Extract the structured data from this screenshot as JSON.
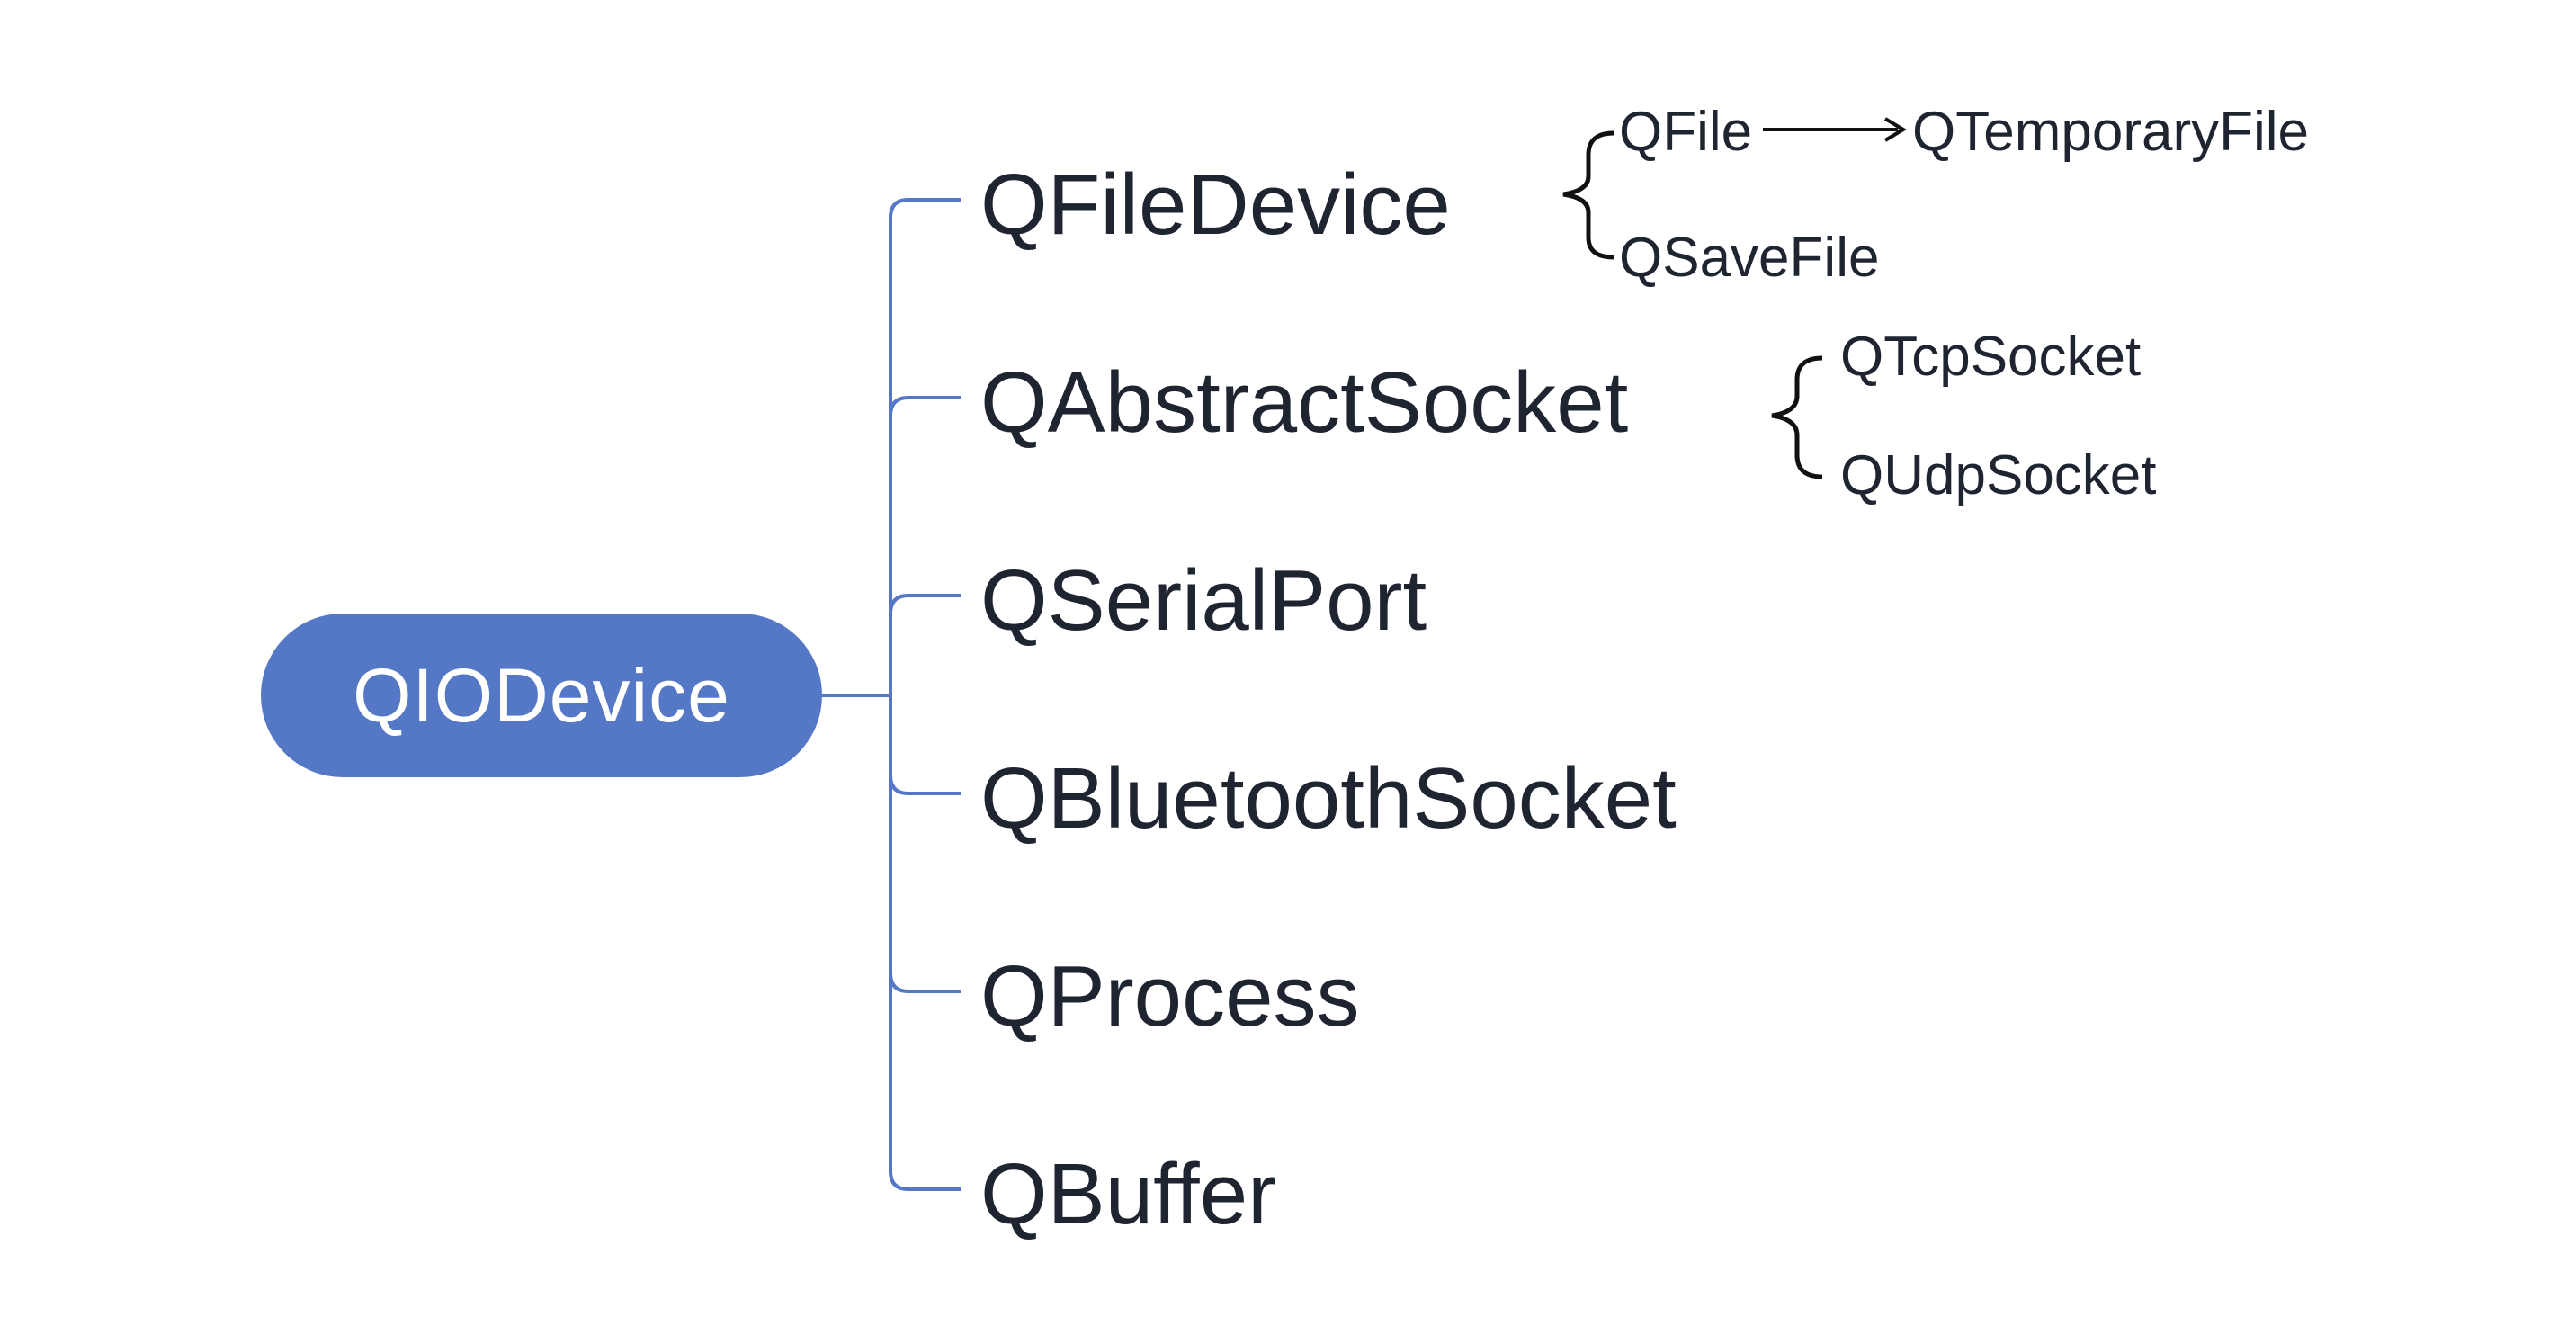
{
  "root": {
    "label": "QIODevice"
  },
  "children": [
    {
      "label": "QFileDevice"
    },
    {
      "label": "QAbstractSocket"
    },
    {
      "label": "QSerialPort"
    },
    {
      "label": "QBluetoothSocket"
    },
    {
      "label": "QProcess"
    },
    {
      "label": "QBuffer"
    }
  ],
  "file_device_subclasses": {
    "qfile": "QFile",
    "qfile_subclass": "QTemporaryFile",
    "qsavefile": "QSaveFile"
  },
  "socket_subclasses": {
    "tcp": "QTcpSocket",
    "udp": "QUdpSocket"
  },
  "colors": {
    "root_fill": "#5478c6",
    "connector": "#5478c6",
    "text": "#1e2430",
    "bracket": "#111111"
  }
}
